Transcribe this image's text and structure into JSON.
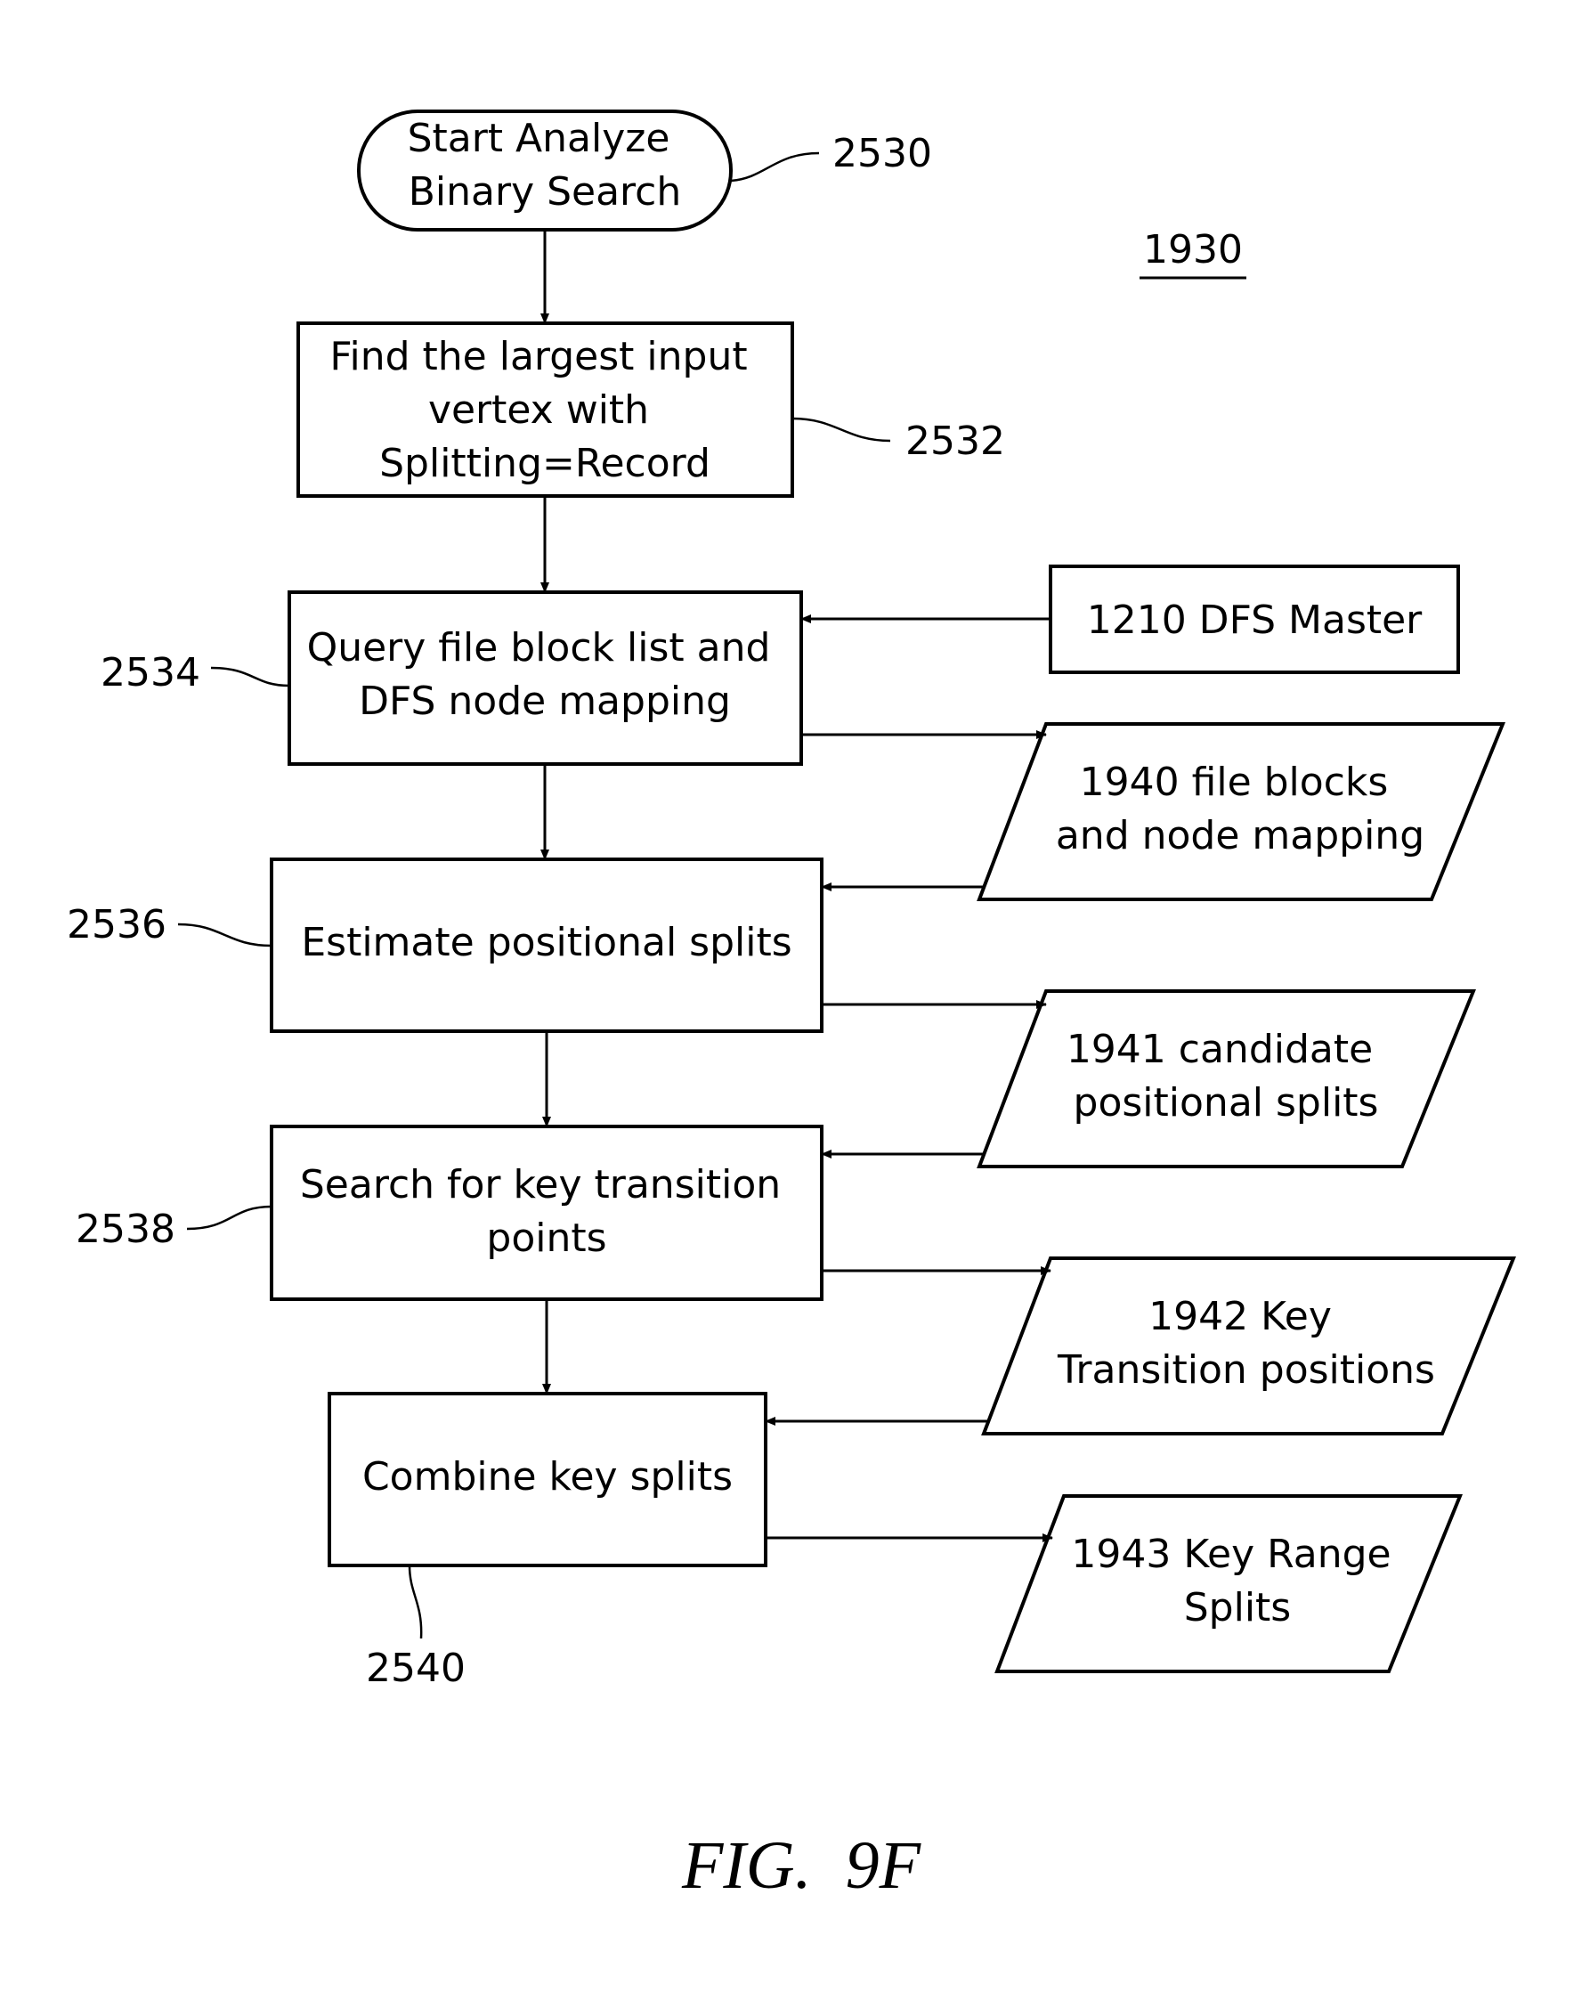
{
  "figure_ref": "1930",
  "caption": "FIG.  9F",
  "nodes": {
    "start": {
      "lines": [
        "Start Analyze",
        "Binary Search"
      ],
      "ref": "2530"
    },
    "find_vertex": {
      "lines": [
        "Find the largest input",
        "vertex with",
        "Splitting=Record"
      ],
      "ref": "2532"
    },
    "query_blocks": {
      "lines": [
        "Query file block list and",
        "DFS node mapping"
      ],
      "ref": "2534"
    },
    "estimate_splits": {
      "lines": [
        "Estimate positional splits"
      ],
      "ref": "2536"
    },
    "search_key": {
      "lines": [
        "Search for key transition",
        "points"
      ],
      "ref": "2538"
    },
    "combine_splits": {
      "lines": [
        "Combine key splits"
      ],
      "ref": "2540"
    },
    "dfs_master": {
      "lines": [
        "1210 DFS Master"
      ]
    },
    "file_blocks": {
      "lines": [
        "1940 file blocks",
        "and node mapping"
      ]
    },
    "candidate_splits": {
      "lines": [
        "1941 candidate",
        "positional splits"
      ]
    },
    "key_transition": {
      "lines": [
        "1942 Key",
        "Transition positions"
      ]
    },
    "key_range": {
      "lines": [
        "1943 Key Range",
        "Splits"
      ]
    }
  }
}
